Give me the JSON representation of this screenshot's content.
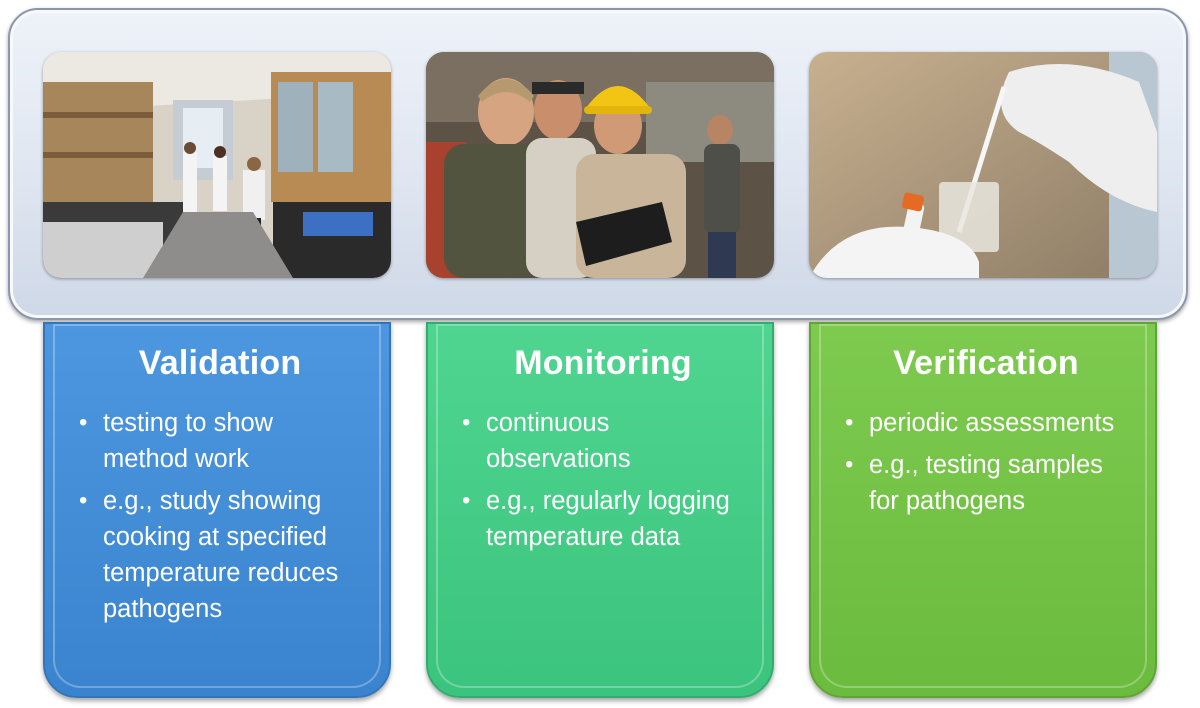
{
  "photos": [
    {
      "name": "laboratory",
      "alt": "laboratory"
    },
    {
      "name": "workers-with-clipboard",
      "alt": "workers with clipboard"
    },
    {
      "name": "sample-swab",
      "alt": "sample swab"
    }
  ],
  "cards": [
    {
      "title": "Validation",
      "color": "#3a84cf",
      "bullets": [
        "testing to show method work",
        "e.g., study showing cooking at specified temperature reduces pathogens"
      ]
    },
    {
      "title": "Monitoring",
      "color": "#3bc47d",
      "bullets": [
        "continuous observations",
        "e.g., regularly logging temperature data"
      ]
    },
    {
      "title": "Verification",
      "color": "#6bbb3e",
      "bullets": [
        "periodic assessments",
        "e.g., testing samples for pathogens"
      ]
    }
  ]
}
